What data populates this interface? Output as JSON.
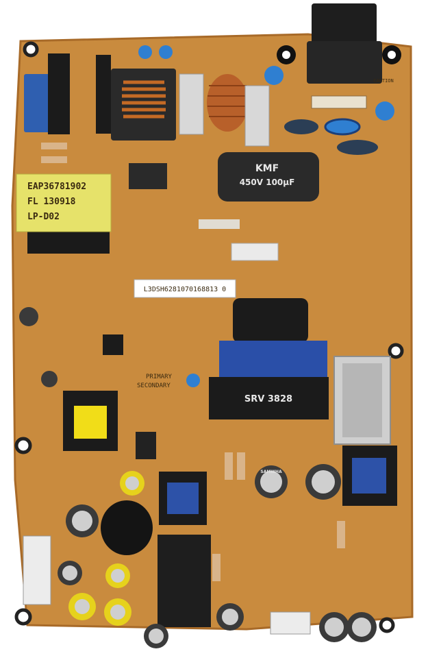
{
  "board": {
    "pcb_label": "LP-D02",
    "pcb_date": "FL 130918",
    "pcb_part": "EAP36781902",
    "barcode_label": "L3DSH6281070168813 0",
    "transformer_label": "SRV 3828",
    "cap_rating_line1": "KMF",
    "cap_rating_line2": "450V 100µF",
    "silk_primary": "PRIMARY",
    "silk_secondary": "SECONDARY",
    "silk_caution": "CAUTION",
    "brand_small": "SAMWHA"
  },
  "colors": {
    "pcb": "#c98b3e",
    "pcb_dark": "#a86a28",
    "connector_black": "#1e1e1e",
    "label_yellow": "#e6e26a",
    "cap_blue": "#2f7fd1"
  }
}
